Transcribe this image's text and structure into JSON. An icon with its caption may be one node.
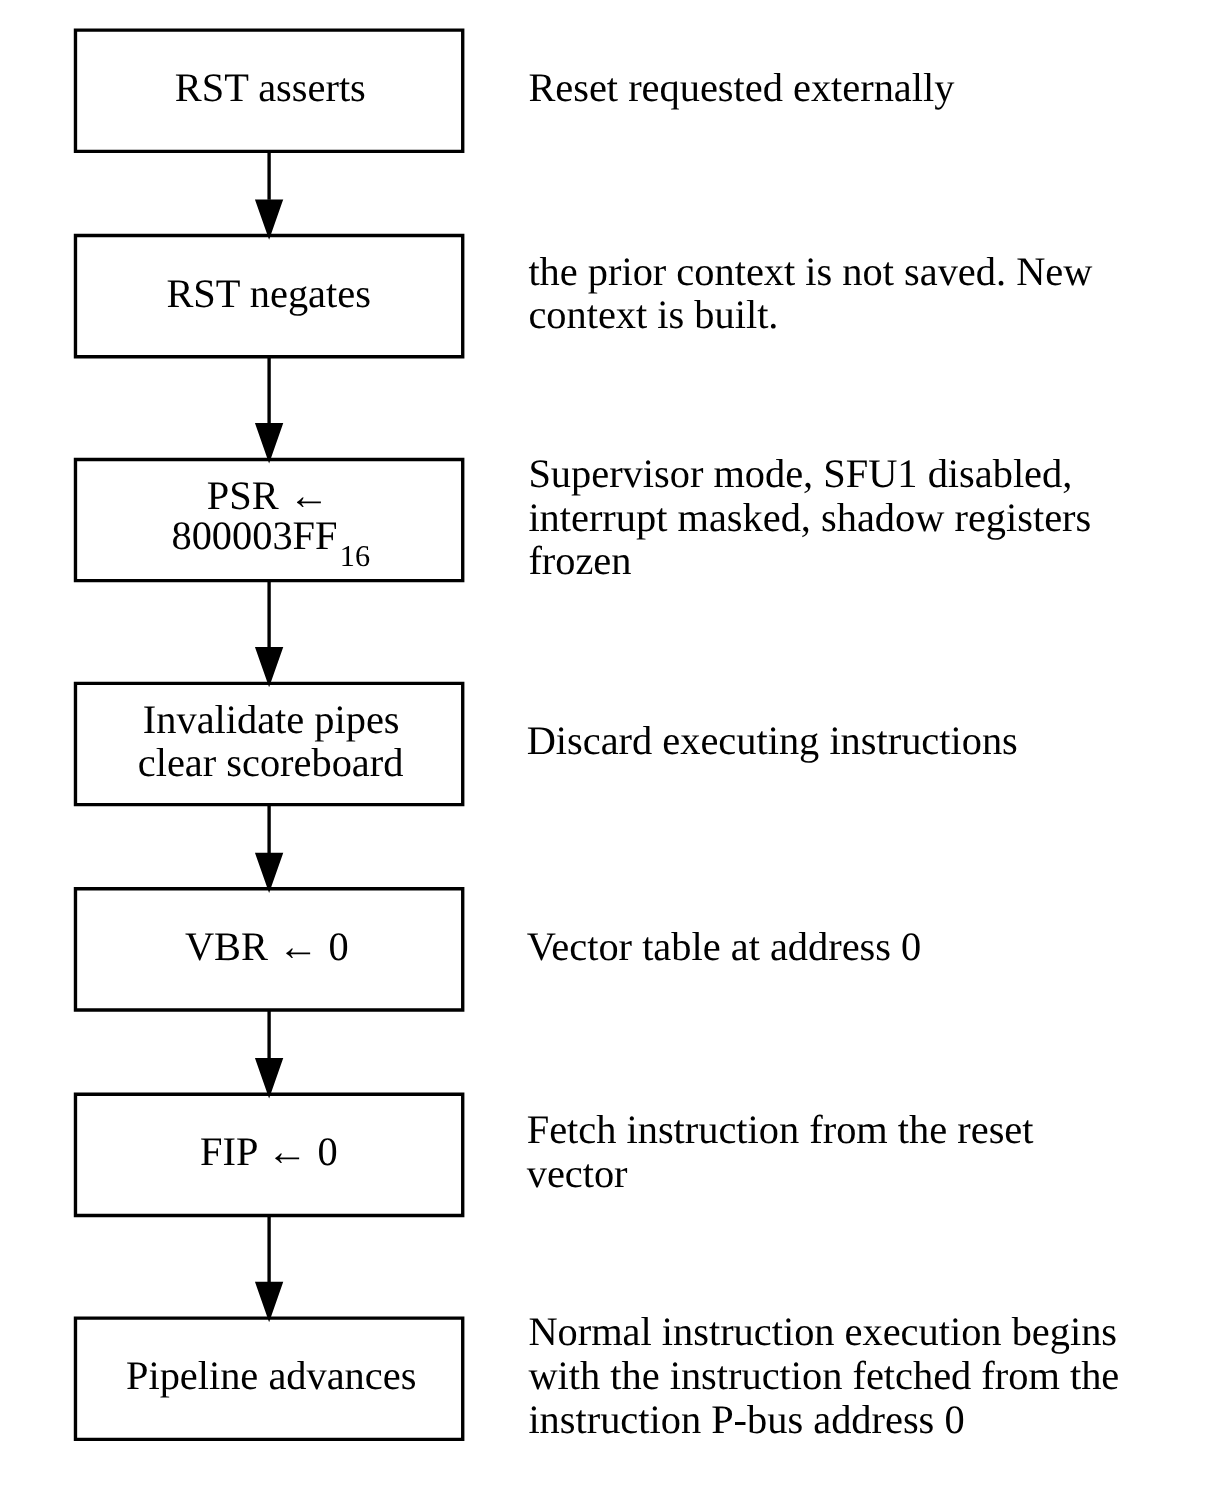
{
  "diagram": {
    "nodes": [
      {
        "text": [
          "RST asserts"
        ],
        "beside": [
          "Reset requested externally"
        ]
      },
      {
        "text": [
          "RST negates"
        ],
        "beside": [
          "the prior context is not saved. New context is built."
        ]
      },
      {
        "text": [
          "PSR ← 800003FF$_{16}$"
        ],
        "beside": [
          "Supervisor mode, SFU1 disabled, interrupt masked, shadow registers frozen"
        ]
      },
      {
        "text": [
          "Invalidate pipes clear scoreboard"
        ],
        "beside": [
          "Discard executing instructions"
        ]
      },
      {
        "text": [
          "VBR ← 0"
        ],
        "beside": [
          "Vector table at address 0"
        ]
      },
      {
        "text": [
          "FIP ← 0"
        ],
        "beside": [
          "Fetch instruction from the reset vector"
        ]
      },
      {
        "text": [
          "Pipeline advances"
        ],
        "beside": [
          "Normal instruction execution begins with the instruction fetched from the instruction P-bus address 0"
        ]
      }
    ],
    "edges": [
      {
        "from": 0,
        "to": 1,
        "arrow": "to"
      },
      {
        "from": 1,
        "to": 2,
        "arrow": "to"
      },
      {
        "from": 2,
        "to": 3,
        "arrow": "to"
      },
      {
        "from": 3,
        "to": 4,
        "arrow": "to"
      },
      {
        "from": 4,
        "to": 5,
        "arrow": "to"
      },
      {
        "from": 5,
        "to": 6,
        "arrow": "to"
      }
    ]
  }
}
